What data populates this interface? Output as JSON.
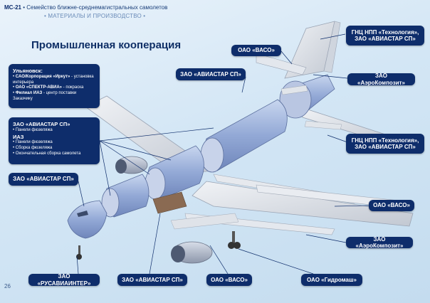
{
  "header": {
    "model": "МС-21",
    "subtitle": " • Семейство ближне-среднемагистральных самолетов",
    "section": "• МАТЕРИАЛЫ И ПРОИЗВОДСТВО •",
    "title": "Промышленная кооперация",
    "page_number": "26"
  },
  "ulyanovsk": {
    "heading": "Ульяновск:",
    "items": [
      {
        "bold": "САО/Корпорация «Иркут»",
        "text": " - установка интерьера"
      },
      {
        "bold": "ОАО «СПЕКТР-АВИА»",
        "text": " - покраска"
      },
      {
        "bold": "Филиал ИАЗ",
        "text": " - центр поставки Заказчику"
      }
    ]
  },
  "aviastar_iaz": {
    "heading1": "ЗАО «АВИАСТАР СП»",
    "items1": [
      "Панели фюзеляжа"
    ],
    "heading2": "ИАЗ",
    "items2": [
      "Панели фюзеляжа",
      "Сборка фюзеляжа",
      "Окончательная сборка самолета"
    ]
  },
  "labels": {
    "gnc_top": "ГНЦ НПП «Технология»,\nЗАО «АВИАСТАР СП»",
    "vaso_top": "ОАО «ВАСО»",
    "aviastar_mid": "ЗАО «АВИАСТАР СП»",
    "aerocomposit_top": "ЗАО «АэроКомпозит»",
    "gnc_mid": "ГНЦ НПП «Технология»,\nЗАО «АВИАСТАР СП»",
    "aviastar_left": "ЗАО «АВИАСТАР СП»",
    "vaso_right": "ОАО «ВАСО»",
    "aerocomposit_right": "ЗАО «АэроКомпозит»",
    "rusaviainter": "ЗАО «РУСАВИАИНТЕР»",
    "aviastar_bottom": "ЗАО «АВИАСТАР СП»",
    "vaso_bottom": "ОАО «ВАСО»",
    "gidromash": "ОАО «Гидромаш»"
  },
  "colors": {
    "label_bg": "#0e2d6b",
    "fuselage": "#9fb4dc",
    "wing": "#dfe3ea",
    "leader": "#0e2d6b"
  }
}
